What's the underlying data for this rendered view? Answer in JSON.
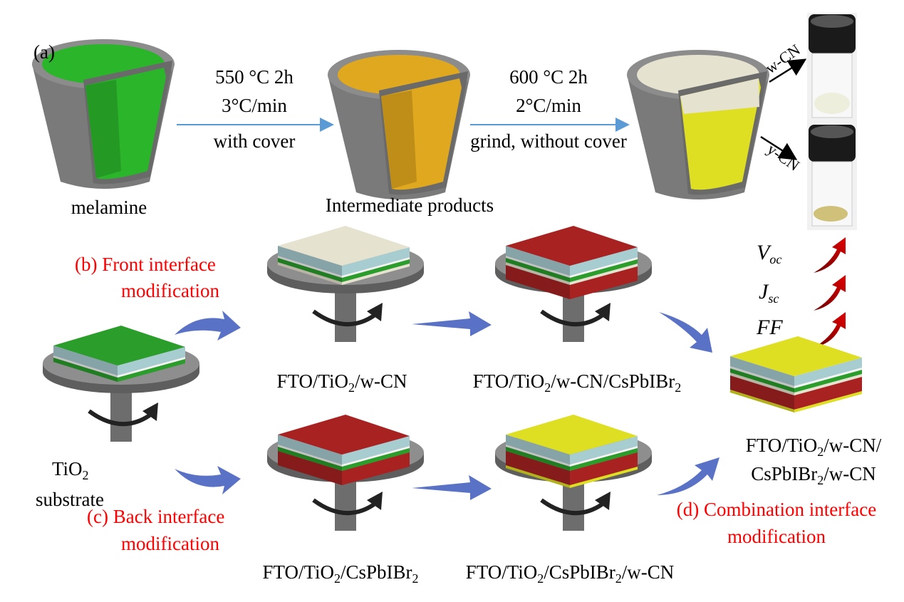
{
  "panel_a": {
    "label": "(a)",
    "step1": {
      "line1": "550 °C 2h",
      "line2": "3°C/min",
      "line3": "with cover"
    },
    "step2": {
      "line1": "600 °C 2h",
      "line2": "2°C/min",
      "line3": "grind, without cover"
    },
    "melamine": "melamine",
    "intermediate": "Intermediate products",
    "wcn": "w-CN",
    "ycn": "y-CN"
  },
  "metrics": [
    {
      "main": "V",
      "sub": "oc"
    },
    {
      "main": "J",
      "sub": "sc"
    },
    {
      "main": "FF",
      "sub": ""
    }
  ],
  "panel_b": {
    "line1": "(b) Front interface",
    "line2": "modification"
  },
  "panel_c": {
    "line1": "(c) Back interface",
    "line2": "modification"
  },
  "panel_d": {
    "line1": "(d) Combination interface",
    "line2": "modification"
  },
  "substrate": {
    "line1a": "TiO",
    "line1sub": "2",
    "line2": "substrate"
  },
  "samples": {
    "b1": {
      "a": "FTO/TiO",
      "s": "2",
      "b": "/w-CN"
    },
    "b2": {
      "a": "FTO/TiO",
      "s": "2",
      "b": "/w-CN/CsPbIBr",
      "s2": "2"
    },
    "c1": {
      "a": "FTO/TiO",
      "s": "2",
      "b": "/CsPbIBr",
      "s2": "2"
    },
    "c2": {
      "a": "FTO/TiO",
      "s": "2",
      "b": "/CsPbIBr",
      "s2": "2",
      "c": "/w-CN"
    },
    "d": {
      "a": "FTO/TiO",
      "s": "2",
      "b": "/w-CN/",
      "l2a": "CsPbIBr",
      "l2s": "2",
      "l2b": "/w-CN"
    }
  },
  "colors": {
    "fto": "#a8cdd1",
    "green": "#2a9d2a",
    "wcn": "#e6e2d0",
    "red": "#a82222",
    "yellow": "#dede22",
    "intermediate": "#e0a81e",
    "arrow_blue": "#5a72c6",
    "label_red": "#ff0000"
  }
}
